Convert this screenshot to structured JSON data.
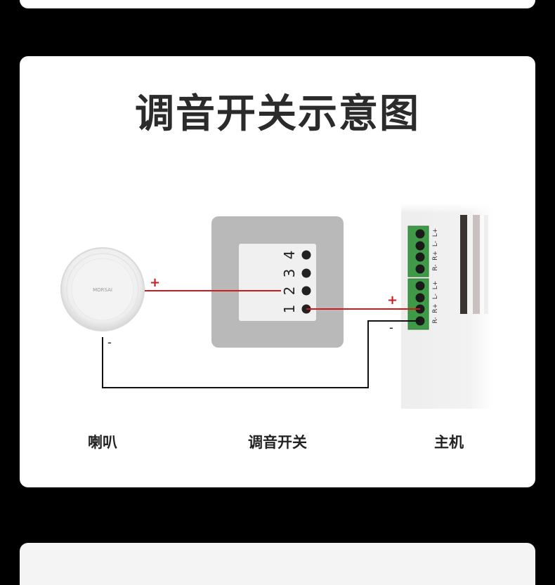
{
  "title": "调音开关示意图",
  "captions": {
    "speaker": "喇叭",
    "switch": "调音开关",
    "host": "主机"
  },
  "switch_terminals": [
    "1",
    "2",
    "3",
    "4"
  ],
  "host_terminal_labels": [
    "R-",
    "R+",
    "L-",
    "L+"
  ],
  "polarity": {
    "plus": "+",
    "minus": "-"
  },
  "speaker_logo": "MORSAI",
  "colors": {
    "background": "#000000",
    "card": "#ffffff",
    "title": "#2b2b2b",
    "wire_positive": "#d0181f",
    "wire_negative": "#111111",
    "terminal_block": "#3f9a48",
    "switch_frame": "#b9b9b9"
  }
}
